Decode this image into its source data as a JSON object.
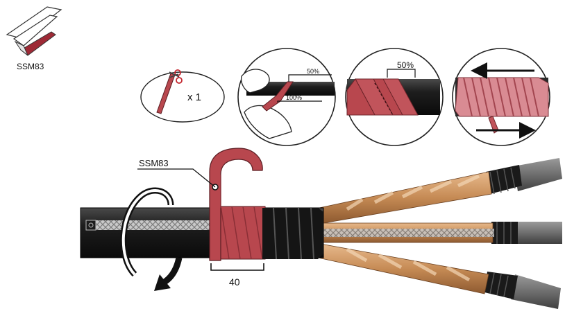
{
  "product": {
    "code": "SSM83"
  },
  "steps": {
    "cut_label": "x 1",
    "stretch_label": "100%",
    "stretch_overlap_label": "50%",
    "overlap_label": "50%"
  },
  "main": {
    "tape_label": "SSM83",
    "dimension_label": "40"
  },
  "colors": {
    "tape": "#b8474e",
    "tape_light": "#d98b93",
    "cable": "#222222",
    "copper": "#c68b55",
    "braid": "#bdbdbd",
    "sheath": "#6f6f6f"
  }
}
